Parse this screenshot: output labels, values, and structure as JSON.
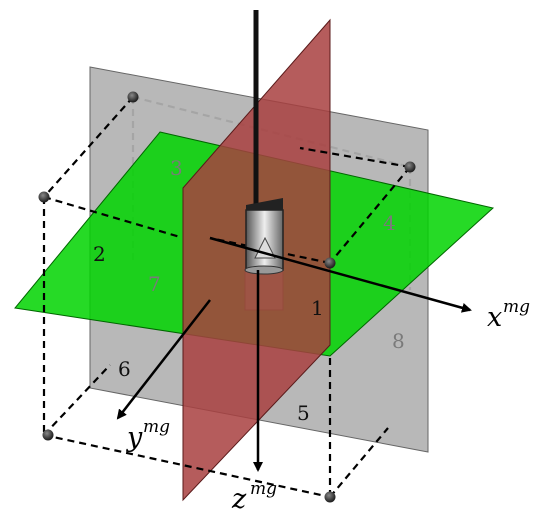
{
  "colors": {
    "vertical_plane_xz": "#a8a8a8",
    "vertical_plane_yz": "#a04040",
    "horizontal_plane": "#00cc00",
    "axis": "#000000",
    "corner_dot": "#333333"
  },
  "octants": [
    "1",
    "2",
    "3",
    "4",
    "5",
    "6",
    "7",
    "8"
  ],
  "axes": {
    "x": {
      "base": "x",
      "sup": "mg"
    },
    "y": {
      "base": "y",
      "sup": "mg"
    },
    "z": {
      "base": "z",
      "sup": "mg"
    }
  },
  "icons": [
    "sensor-device-icon",
    "corner-point-icon"
  ]
}
